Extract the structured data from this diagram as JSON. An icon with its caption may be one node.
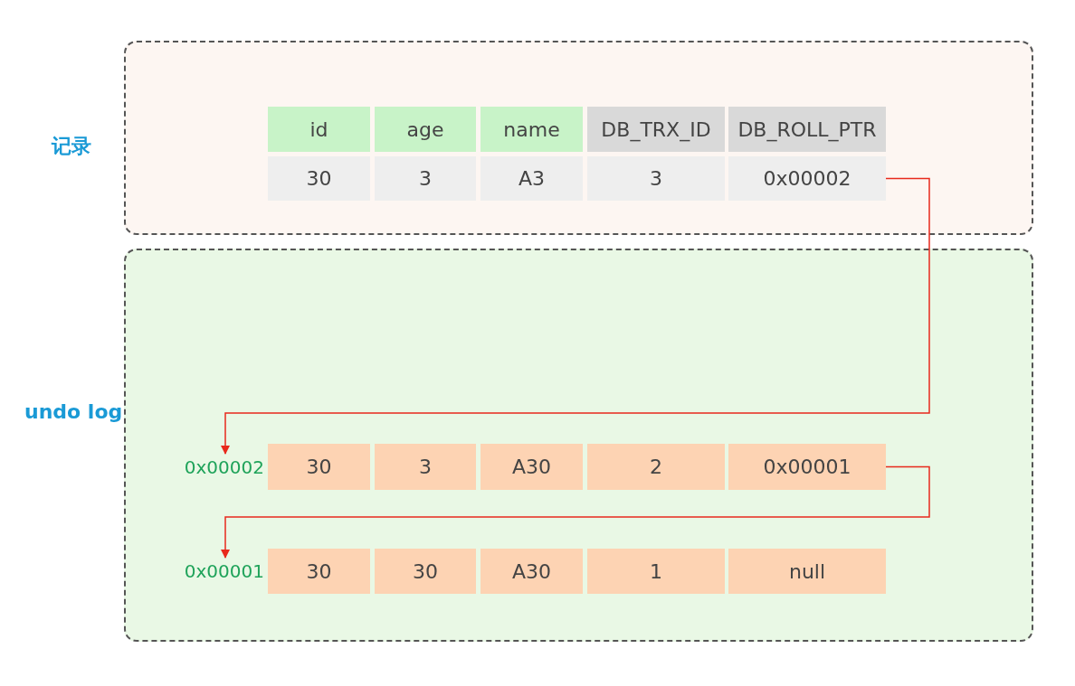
{
  "diagram": {
    "nodes": [
      {
        "text": [
          "记录"
        ]
      },
      {
        "text": [
          "id"
        ],
        "in": 0
      },
      {
        "text": [
          "age"
        ],
        "in": 0
      },
      {
        "text": [
          "name"
        ],
        "in": 0
      },
      {
        "text": [
          "DB_TRX_ID"
        ],
        "in": 0
      },
      {
        "text": [
          "DB_ROLL_PTR"
        ],
        "in": 0
      },
      {
        "text": [
          "30"
        ],
        "in": 0
      },
      {
        "text": [
          "3"
        ],
        "in": 0
      },
      {
        "text": [
          "A3"
        ],
        "in": 0
      },
      {
        "text": [
          "3"
        ],
        "in": 0
      },
      {
        "text": [
          "0x00002"
        ],
        "in": 0
      },
      {
        "text": [
          "undo log"
        ]
      },
      {
        "text": [
          "0x00002"
        ],
        "in": 11
      },
      {
        "text": [
          "30"
        ],
        "in": 11
      },
      {
        "text": [
          "3"
        ],
        "in": 11
      },
      {
        "text": [
          "A30"
        ],
        "in": 11
      },
      {
        "text": [
          "2"
        ],
        "in": 11
      },
      {
        "text": [
          "0x00001"
        ],
        "in": 11
      },
      {
        "text": [
          "0x00001"
        ],
        "in": 11
      },
      {
        "text": [
          "30"
        ],
        "in": 11
      },
      {
        "text": [
          "30"
        ],
        "in": 11
      },
      {
        "text": [
          "A30"
        ],
        "in": 11
      },
      {
        "text": [
          "1"
        ],
        "in": 11
      },
      {
        "text": [
          "null"
        ],
        "in": 11
      }
    ],
    "edges": [
      {
        "from": 10,
        "to": 12,
        "arrow": "to"
      },
      {
        "from": 17,
        "to": 18,
        "arrow": "to"
      }
    ]
  }
}
